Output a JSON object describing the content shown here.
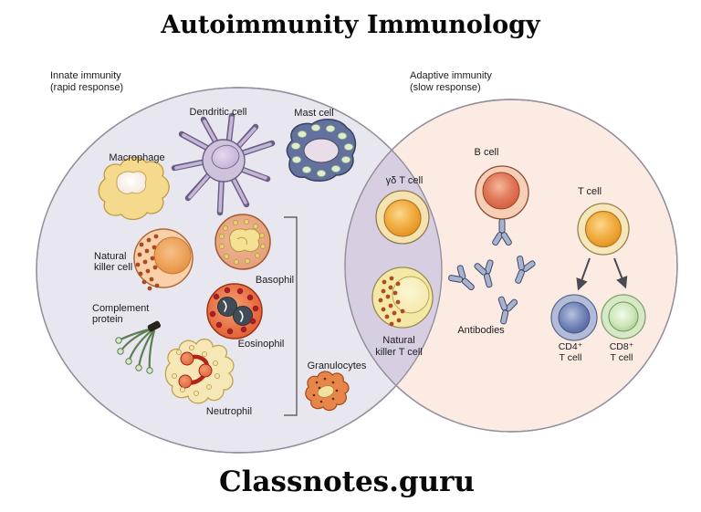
{
  "title": "Autoimmunity Immunology",
  "watermark": "Classnotes.guru",
  "regions": {
    "innate": {
      "name": "Innate immunity",
      "subtitle": "(rapid response)",
      "fill": "#e8e6ef"
    },
    "adaptive": {
      "name": "Adaptive immunity",
      "subtitle": "(slow response)",
      "fill": "#fbebe3"
    },
    "overlap": {
      "fill": "#d8cee2"
    }
  },
  "colors": {
    "outline": "#93909c",
    "label_text": "#1c1c1c",
    "bracket": "#4a4a4a",
    "arrow": "#4a4a52"
  },
  "cells": {
    "macrophage": {
      "label": "Macrophage"
    },
    "dendritic": {
      "label": "Dendritic cell"
    },
    "mast": {
      "label": "Mast cell"
    },
    "nk": {
      "label_line1": "Natural",
      "label_line2": "killer cell"
    },
    "basophil": {
      "label": "Basophil"
    },
    "complement": {
      "label_line1": "Complement",
      "label_line2": "protein"
    },
    "eosinophil": {
      "label": "Eosinophil"
    },
    "neutrophil": {
      "label": "Neutrophil"
    },
    "granulocytes": {
      "label": "Granulocytes"
    },
    "gd_t": {
      "label": "γδ T cell"
    },
    "nkt": {
      "label_line1": "Natural",
      "label_line2": "killer T cell"
    },
    "b": {
      "label": "B cell"
    },
    "antibodies": {
      "label": "Antibodies"
    },
    "t": {
      "label": "T cell"
    },
    "cd4": {
      "label_line1": "CD4⁺",
      "label_line2": "T cell"
    },
    "cd8": {
      "label_line1": "CD8⁺",
      "label_line2": "T cell"
    }
  }
}
